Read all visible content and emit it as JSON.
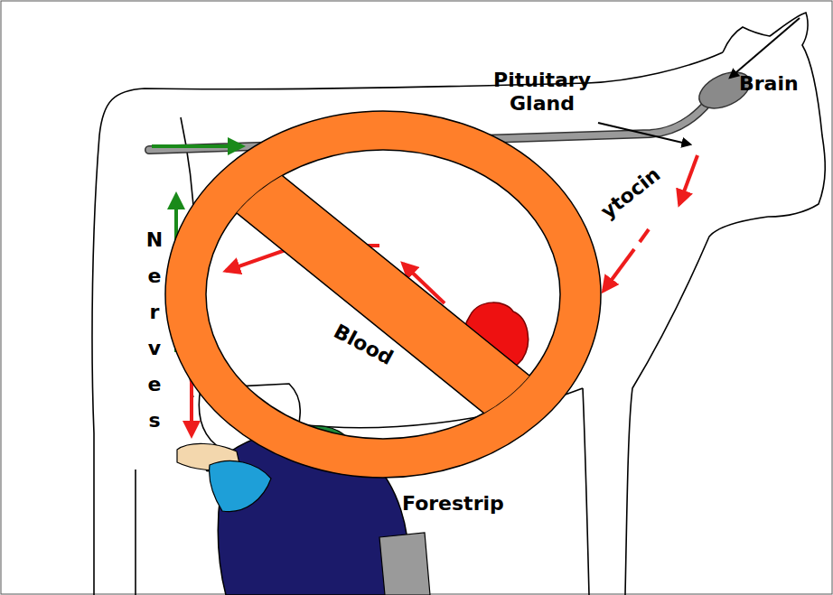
{
  "diagram": {
    "labels": [
      "Brain",
      "Pituitary Gland",
      "ytocin",
      "Blood",
      "Nerves",
      "Forestrip"
    ]
  }
}
